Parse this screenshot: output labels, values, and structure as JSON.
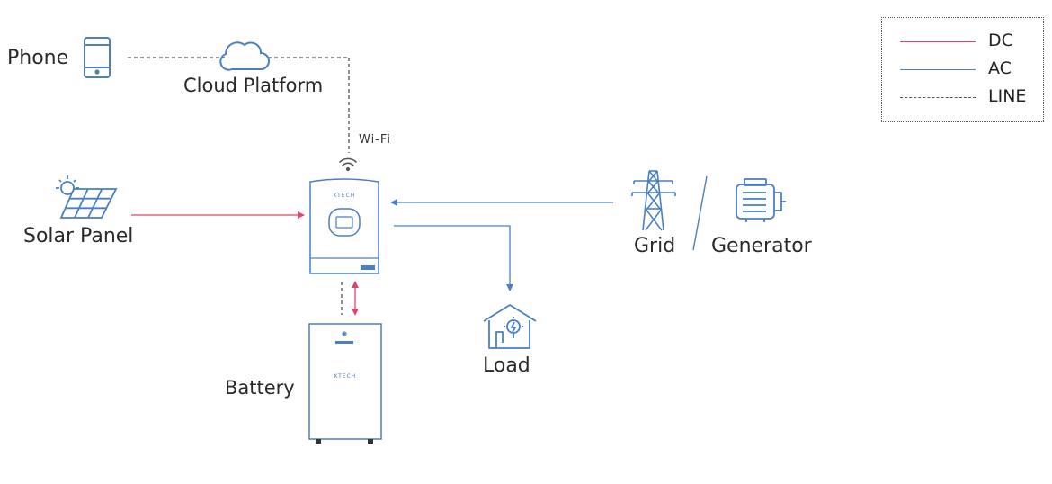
{
  "colors": {
    "dc": "#e0436b",
    "ac": "#4a7fc1",
    "line": "#555555",
    "icon": "#4a7fc1"
  },
  "labels": {
    "phone": "Phone",
    "cloud": "Cloud Platform",
    "wifi": "Wi-Fi",
    "solar": "Solar Panel",
    "grid": "Grid",
    "generator": "Generator",
    "load": "Load",
    "battery": "Battery",
    "inverter_brand": "KTECH",
    "battery_brand": "KTECH"
  },
  "legend": [
    {
      "label": "DC",
      "style": "solid",
      "color": "#e0436b"
    },
    {
      "label": "AC",
      "style": "solid",
      "color": "#4a7fc1"
    },
    {
      "label": "LINE",
      "style": "dashed",
      "color": "#555555"
    }
  ]
}
